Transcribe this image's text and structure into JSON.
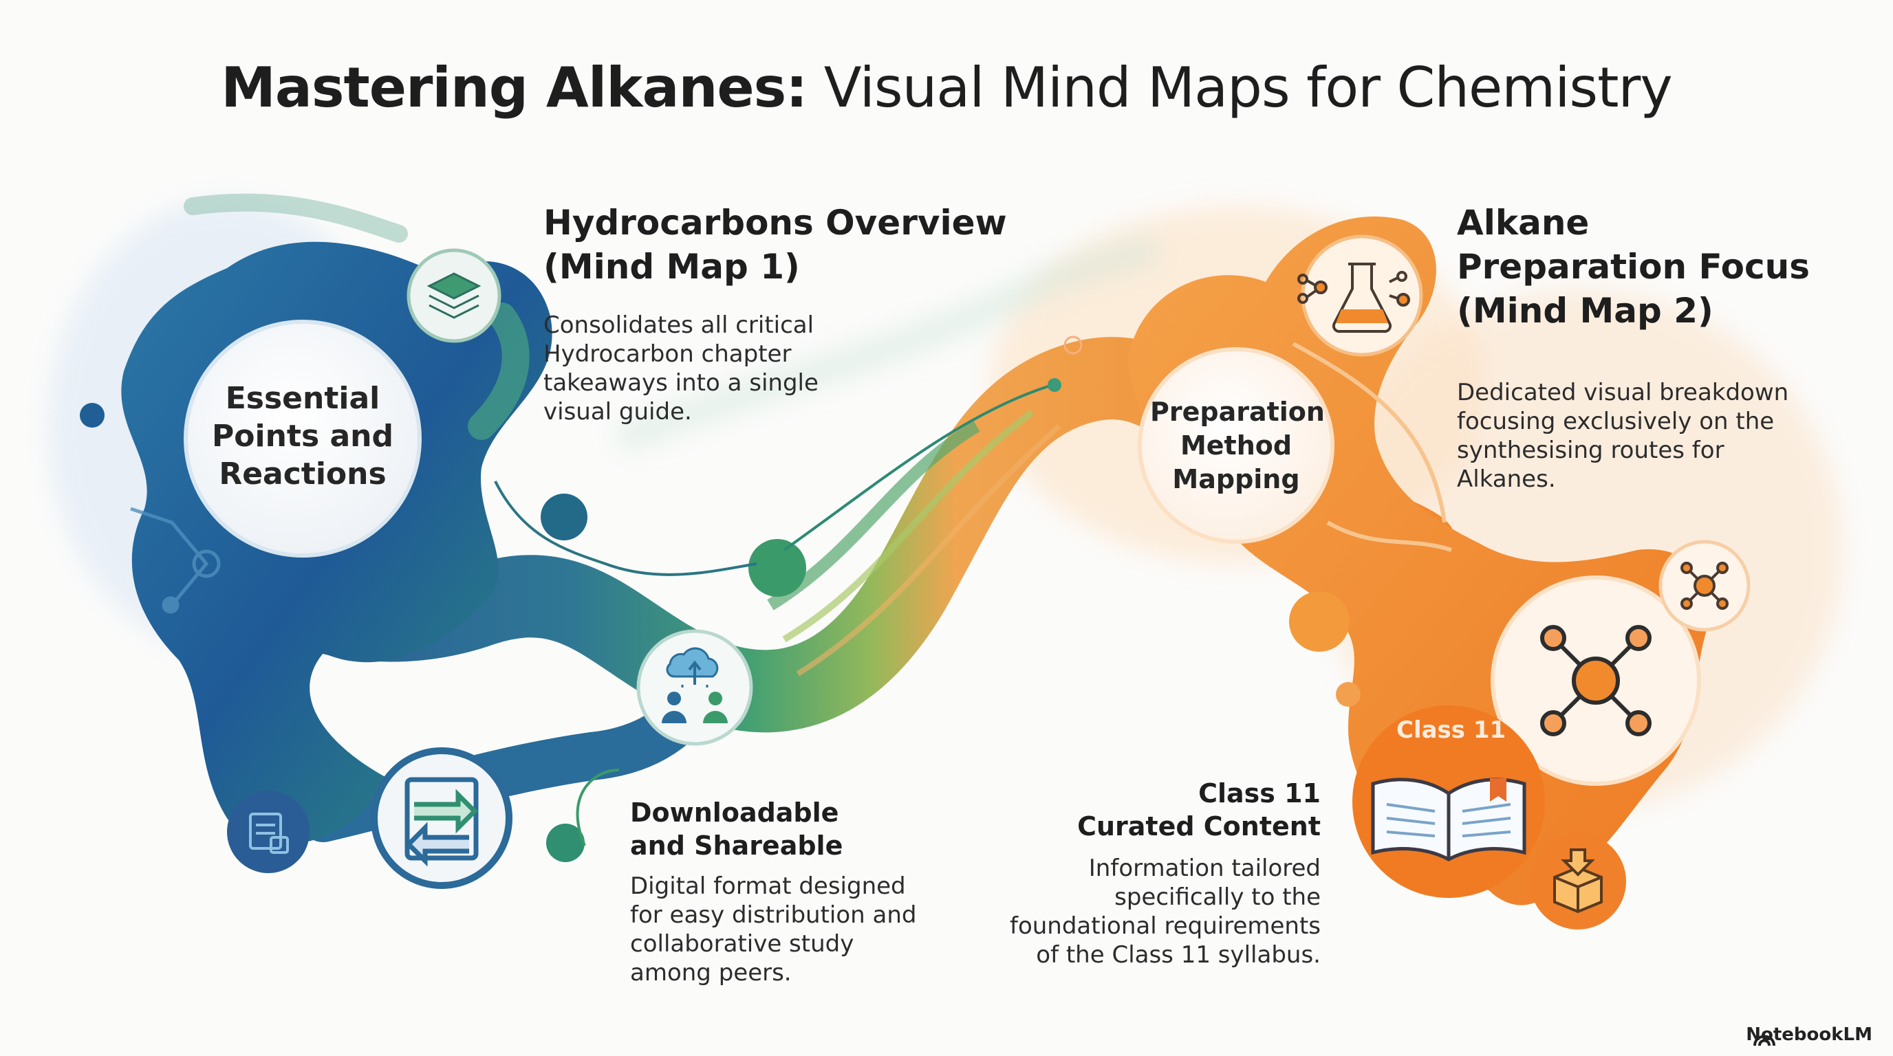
{
  "title": {
    "bold": "Mastering Alkanes:",
    "light": "Visual Mind Maps for Chemistry"
  },
  "hydrocarbons": {
    "heading": [
      "Hydrocarbons Overview",
      "(Mind Map 1)"
    ],
    "body": [
      "Consolidates all critical",
      "Hydrocarbon chapter",
      "takeaways into a single",
      "visual guide."
    ]
  },
  "alkane_prep": {
    "heading": [
      "Alkane",
      "Preparation Focus",
      "(Mind Map 2)"
    ],
    "body": [
      "Dedicated visual breakdown",
      "focusing exclusively on the",
      "synthesising routes for",
      "Alkanes."
    ]
  },
  "essential_circle": [
    "Essential",
    "Points and",
    "Reactions"
  ],
  "preparation_circle": [
    "Preparation",
    "Method",
    "Mapping"
  ],
  "downloadable": {
    "heading": [
      "Downloadable",
      "and Shareable"
    ],
    "body": [
      "Digital format designed",
      "for easy distribution and",
      "collaborative study",
      "among peers."
    ]
  },
  "class11": {
    "heading": [
      "Class 11",
      "Curated Content"
    ],
    "body": [
      "Information tailored",
      "specifically to the",
      "foundational requirements",
      "of the Class 11 syllabus."
    ],
    "badge": "Class 11"
  },
  "brand": "NotebookLM",
  "icons": [
    "layers-icon",
    "flask-molecule-icon",
    "cloud-share-people-icon",
    "transfer-arrows-icon",
    "device-icon",
    "book-icon",
    "molecule-icon",
    "download-box-icon"
  ],
  "colors": {
    "blue": "#1f5e9c",
    "green": "#3a9a6a",
    "orange": "#f08a2c",
    "light_orange": "#f8b878"
  }
}
